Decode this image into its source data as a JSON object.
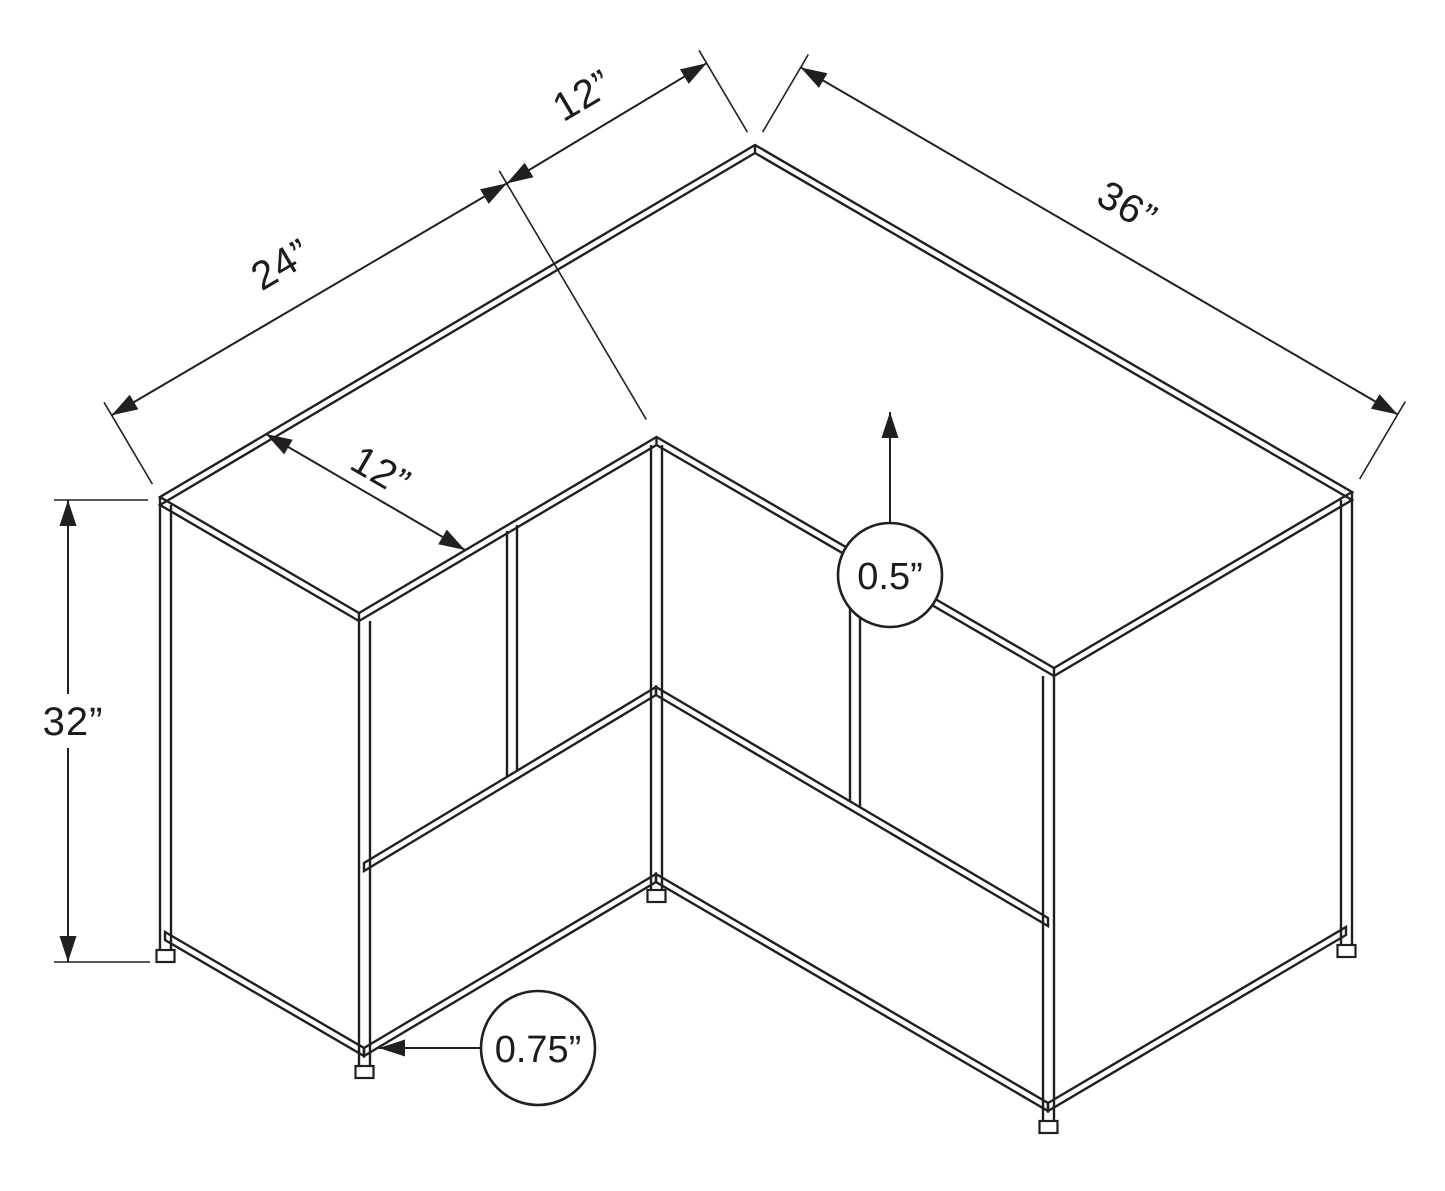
{
  "diagram": {
    "kind": "furniture-dimension-line-drawing",
    "subject": "L-shaped corner console table metal frame",
    "line_color": "#231f20",
    "background_color": "#ffffff",
    "labels": {
      "left_wing_length": "24”",
      "corner_depth_top": "12”",
      "right_wing_length": "36”",
      "left_wing_depth": "12”",
      "overall_height": "32”",
      "tabletop_thickness": "0.5”",
      "frame_thickness": "0.75”"
    }
  }
}
